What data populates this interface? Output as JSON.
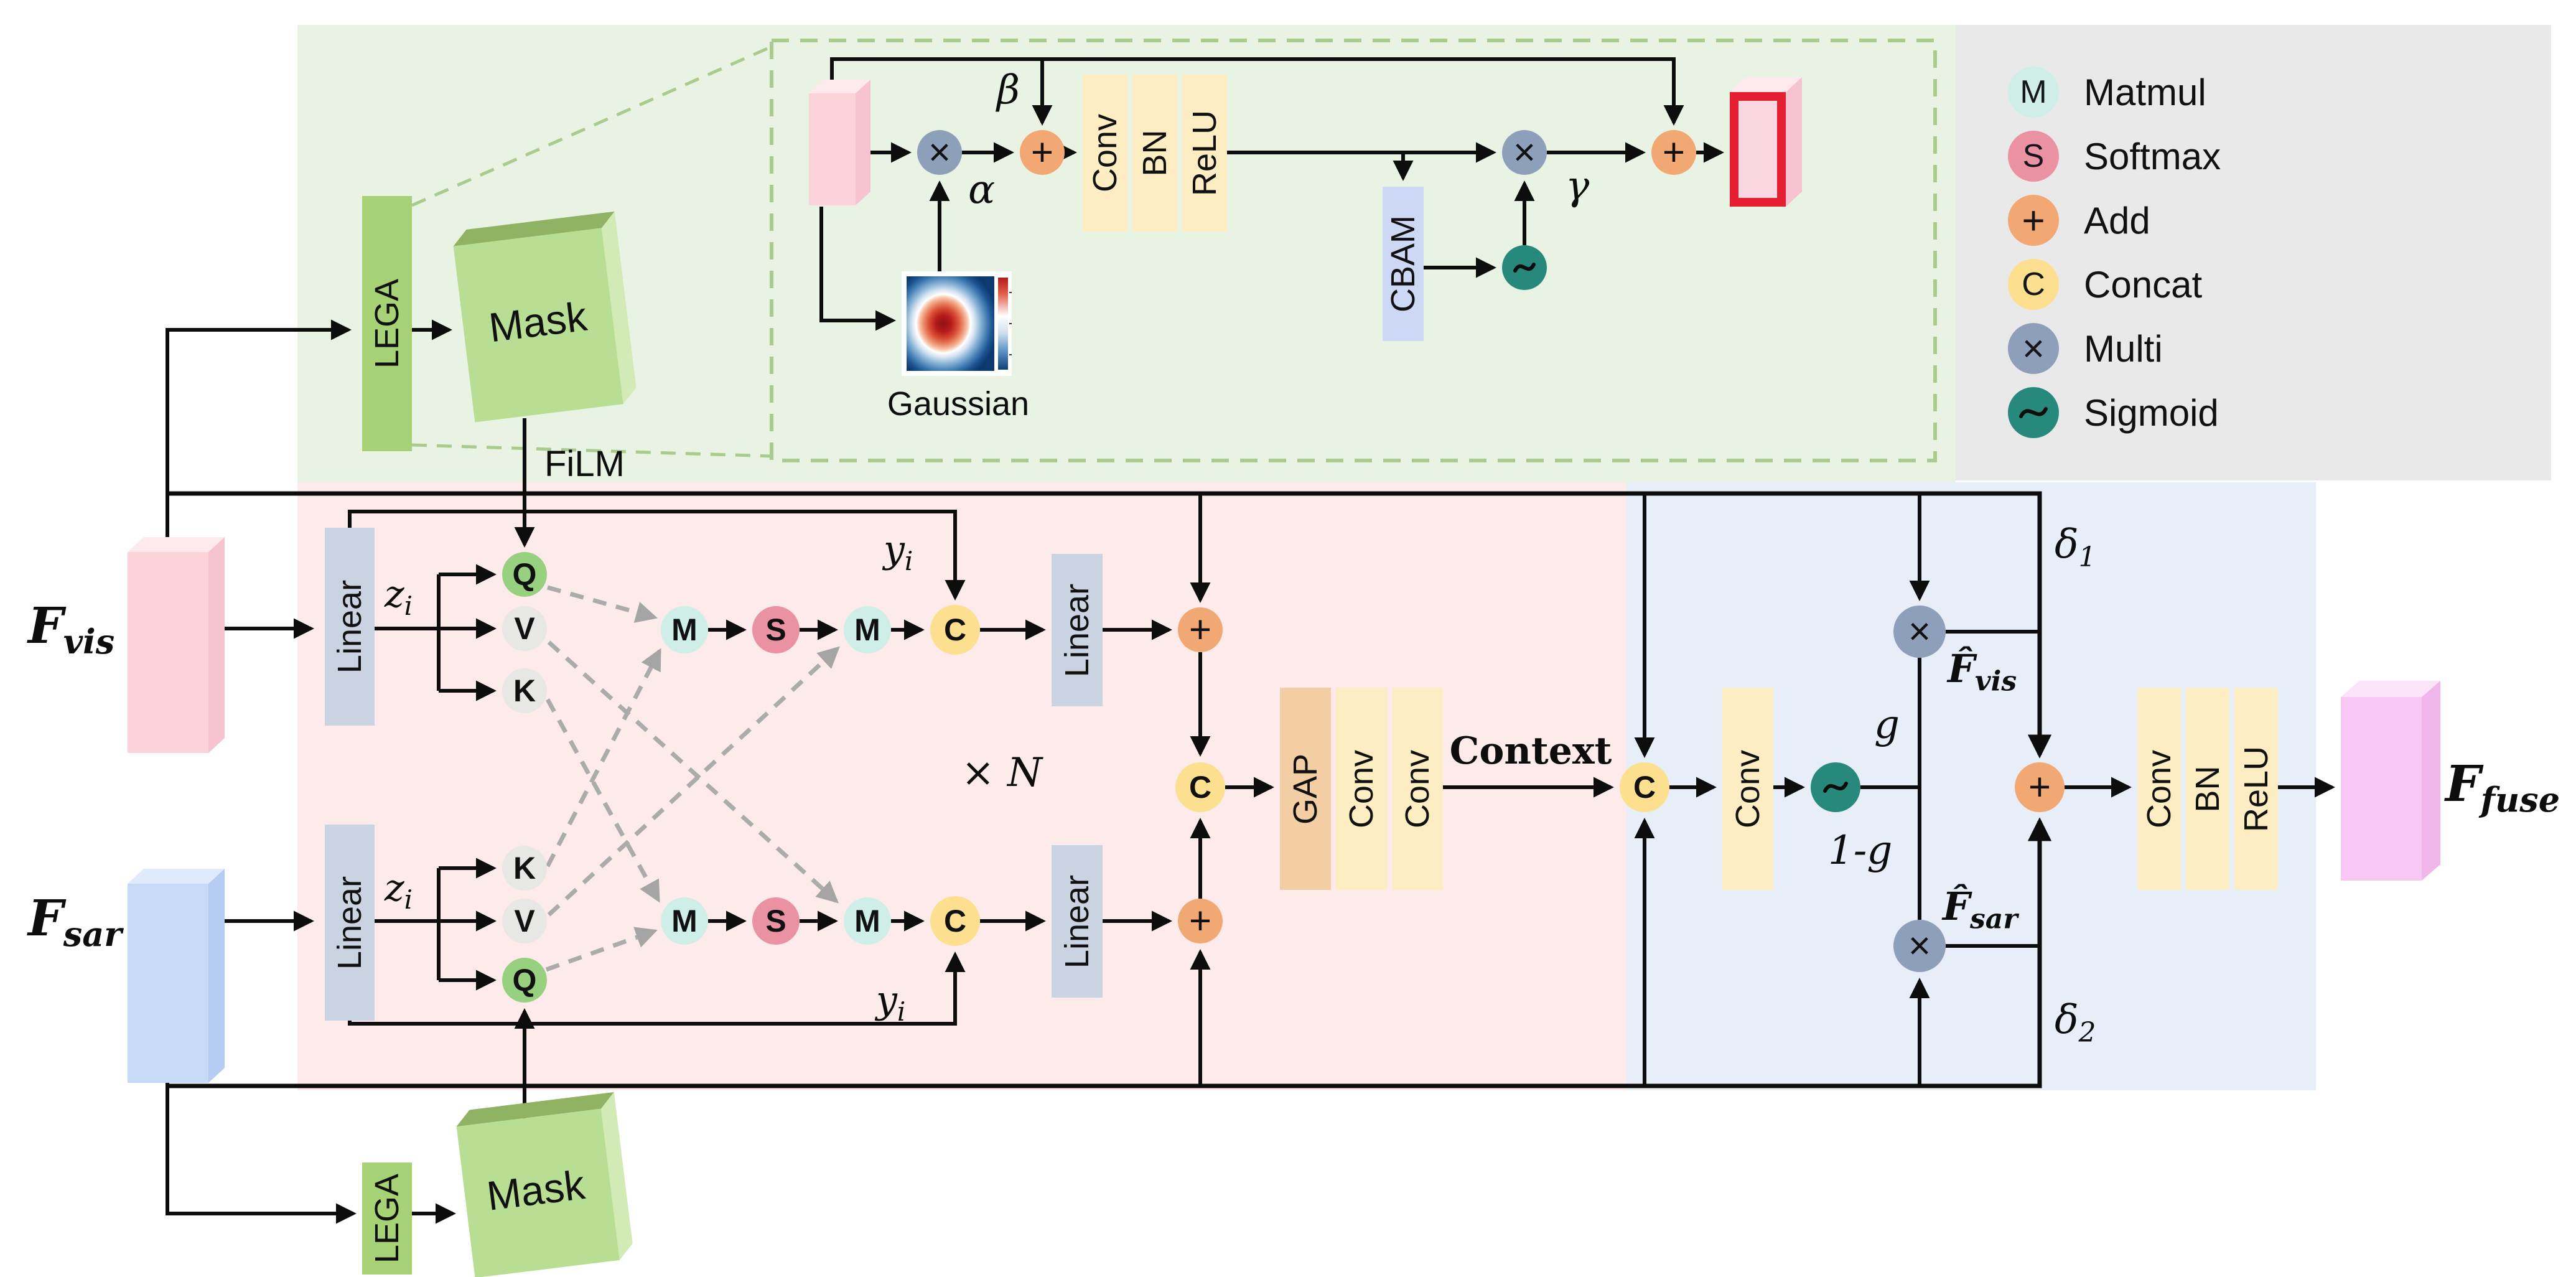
{
  "figure": {
    "type": "neural-network-architecture-diagram",
    "description": "Fusion module combining visible and SAR features with LEGA masks, FiLM-modulated cross attention, context gating and residual fusion"
  },
  "blocks": {
    "lega": "LEGA",
    "mask": "Mask",
    "linear": "Linear",
    "conv": "Conv",
    "bn": "BN",
    "relu": "ReLU",
    "gap": "GAP",
    "cbam": "CBAM"
  },
  "nodes": {
    "matmul": "M",
    "softmax": "S",
    "concat": "C",
    "add": "+",
    "multi": "×",
    "q": "Q",
    "v": "V",
    "k": "K"
  },
  "labels": {
    "fvis": {
      "main": "F",
      "sub": "vis"
    },
    "fsar": {
      "main": "F",
      "sub": "sar"
    },
    "ffuse": {
      "main": "F",
      "sub": "fuse"
    },
    "fvis_hat": {
      "main": "F̂",
      "sub": "vis"
    },
    "fsar_hat": {
      "main": "F̂",
      "sub": "sar"
    },
    "zi": {
      "main": "z",
      "sub": "i"
    },
    "yi": {
      "main": "y",
      "sub": "i"
    },
    "xn": "× N",
    "film": "FiLM",
    "gaussian": "Gaussian",
    "context": "Context",
    "alpha": "α",
    "beta": "β",
    "gamma": "γ",
    "delta1": {
      "main": "δ",
      "sub": "1"
    },
    "delta2": {
      "main": "δ",
      "sub": "2"
    },
    "g": "g",
    "one_minus_g": "1-g"
  },
  "legend": {
    "items": [
      {
        "symbol": "M",
        "label": "Matmul",
        "color": "#cfeee7"
      },
      {
        "symbol": "S",
        "label": "Softmax",
        "color": "#ea92a2"
      },
      {
        "symbol": "+",
        "label": "Add",
        "color": "#f2a873"
      },
      {
        "symbol": "C",
        "label": "Concat",
        "color": "#fce08f"
      },
      {
        "symbol": "×",
        "label": "Multi",
        "color": "#8e9fba"
      },
      {
        "symbol": "∿",
        "label": "Sigmoid",
        "color": "#27897b"
      }
    ]
  },
  "colors": {
    "green_bg": "#e9f3e3",
    "pink_bg": "#fcebea",
    "blue_bg": "#e8eef8",
    "legend_bg": "#e9e9e9",
    "dashed_border_green": "#a9cb8d",
    "lega_green": "#a6d175",
    "mask_green": "#b7de92",
    "block_gray": "#c9d3e2",
    "block_yellow": "#fdedc2",
    "gap_orange": "#f3cda4",
    "cbam_lavender": "#cdd8f4",
    "q_green": "#97d07e",
    "qvk_gray": "#e7e7e5",
    "red_frame": "#e51e31",
    "slab_pink": "#fcd3db",
    "slab_blue": "#c6daf8",
    "slab_violet": "#f7c8f3",
    "line_black": "#0d0d0d",
    "dashed_gray": "#ababab"
  }
}
